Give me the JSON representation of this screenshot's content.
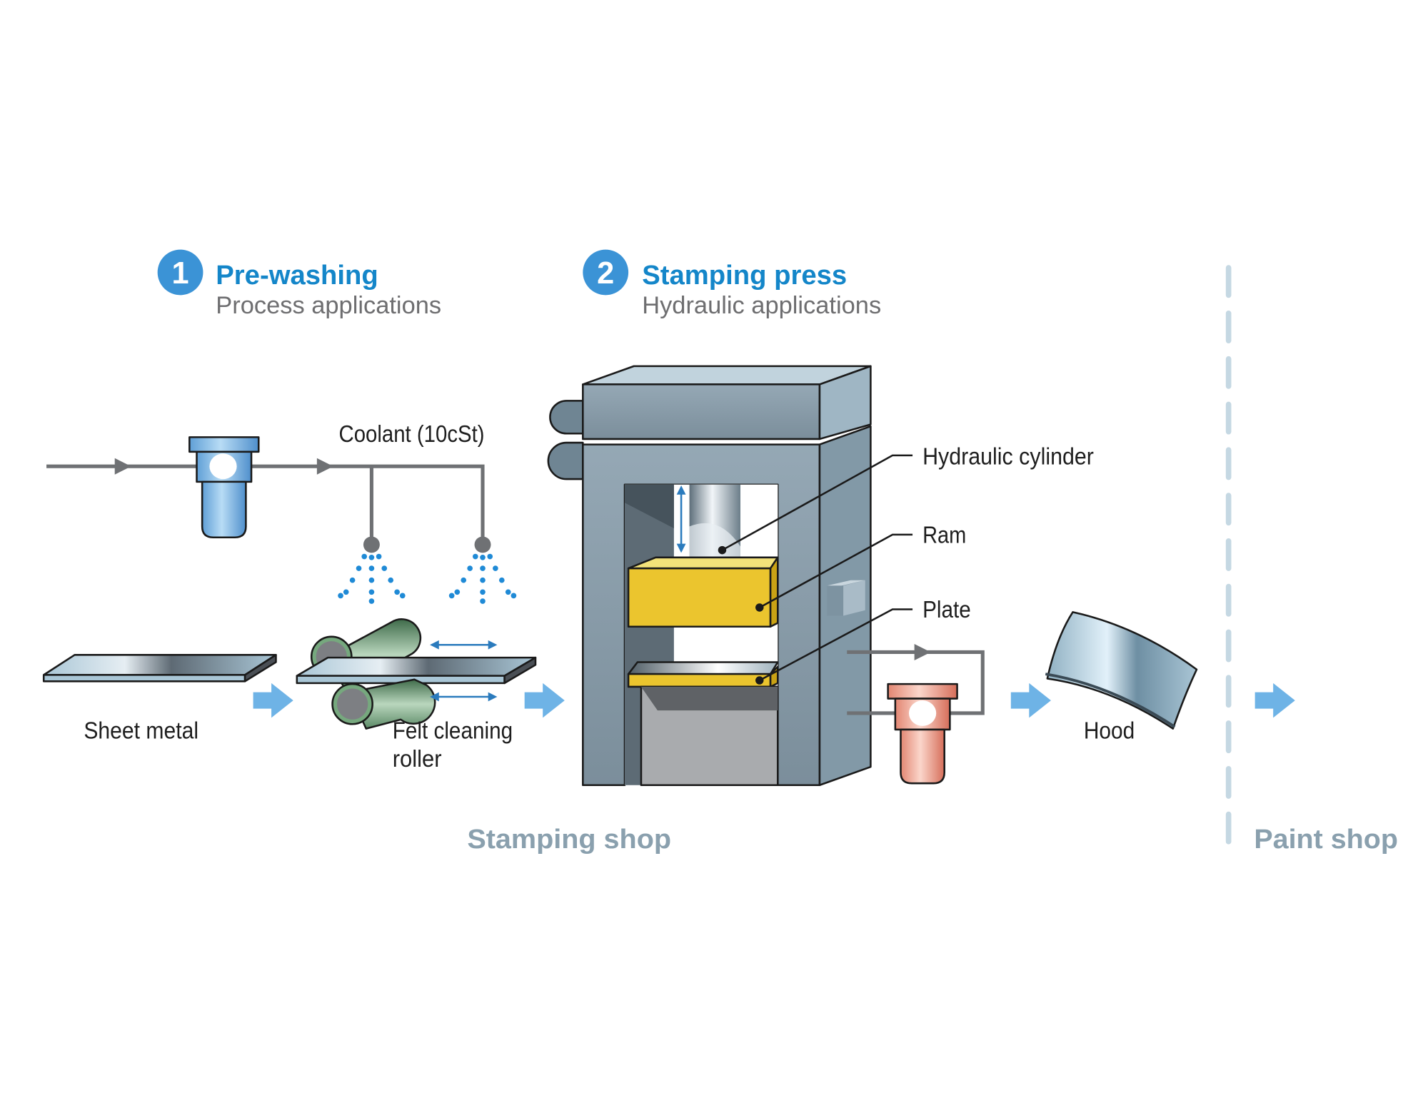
{
  "steps": [
    {
      "number": "1",
      "title": "Pre-washing",
      "subtitle": "Process applications"
    },
    {
      "number": "2",
      "title": "Stamping press",
      "subtitle": "Hydraulic applications"
    }
  ],
  "labels": {
    "coolant": "Coolant (10cSt)",
    "sheet_metal": "Sheet metal",
    "felt_roller_line1": "Felt cleaning",
    "felt_roller_line2": "roller",
    "hydraulic_cylinder": "Hydraulic cylinder",
    "ram": "Ram",
    "plate": "Plate",
    "hood": "Hood"
  },
  "zones": {
    "stamping_shop": "Stamping shop",
    "paint_shop": "Paint shop"
  },
  "colors": {
    "accent_blue": "#1486c9",
    "badge_blue": "#3b93d6",
    "flow_arrow": "#6eb3e6",
    "press_gray": "#8fa1ae",
    "ram_yellow": "#ebc52e",
    "filter_blue": "#7fb8e6",
    "filter_red": "#e9907b",
    "roller_green": "#7aa883",
    "zone_text": "#8aa0ae",
    "divider": "#c5d8e3"
  }
}
